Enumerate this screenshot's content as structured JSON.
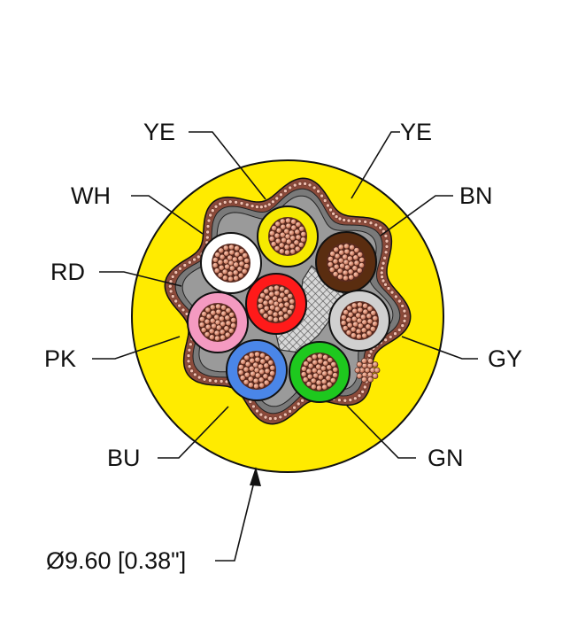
{
  "labels": {
    "ye_left": "YE",
    "ye_right": "YE",
    "wh": "WH",
    "bn": "BN",
    "rd": "RD",
    "gy": "GY",
    "pk": "PK",
    "bu": "BU",
    "gn": "GN",
    "diameter": "Ø9.60 [0.38\"]"
  },
  "colors": {
    "jacket": "#ffeb00",
    "core_yellow": "#f6ea00",
    "core_brown": "#5a2d10",
    "core_white": "#ffffff",
    "core_red": "#ff1a1a",
    "core_pink": "#f49ac1",
    "core_grey": "#d0d0d0",
    "core_blue": "#4a86e8",
    "core_green": "#1ec81e",
    "copper": "#d98c72",
    "shield": "#8b4a3a"
  }
}
